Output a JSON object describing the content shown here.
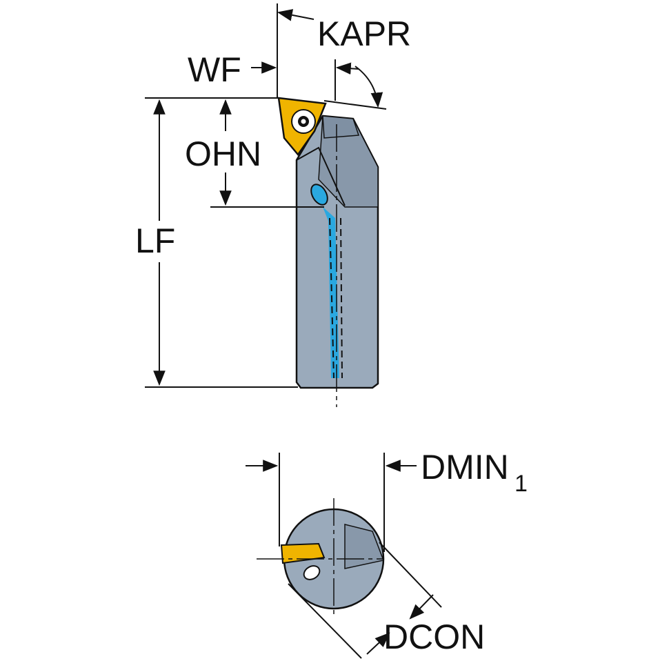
{
  "labels": {
    "kapr": "KAPR",
    "wf": "WF",
    "ohn": "OHN",
    "lf": "LF",
    "dmin": "DMIN",
    "dmin_sub": "1",
    "dcon": "DCON"
  },
  "colors": {
    "body": "#9aaabb",
    "body_shade": "#7f90a3",
    "insert": "#f0b400",
    "coolant": "#2aa8e0",
    "line": "#111111"
  }
}
